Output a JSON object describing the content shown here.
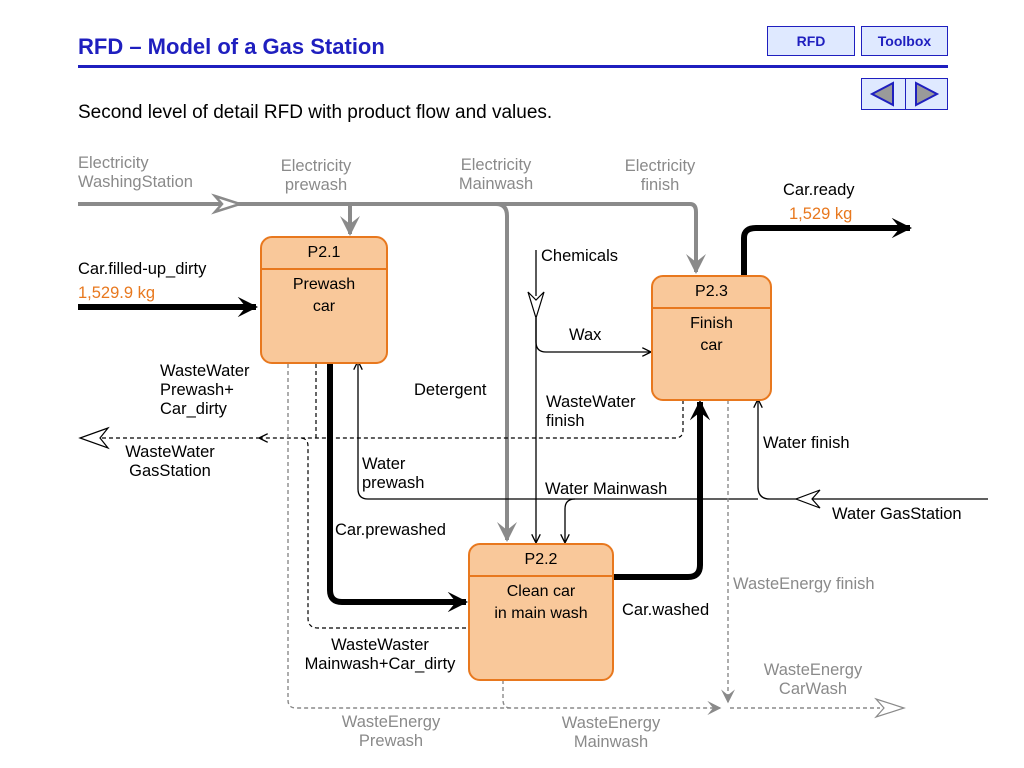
{
  "header": {
    "title": "RFD – Model of a Gas Station",
    "nav_rfd": "RFD",
    "nav_toolbox": "Toolbox",
    "subtitle": "Second level of detail RFD with product flow and values."
  },
  "processes": {
    "p21": {
      "id": "P2.1",
      "name_line1": "Prewash",
      "name_line2": "car"
    },
    "p22": {
      "id": "P2.2",
      "name_line1": "Clean car",
      "name_line2": "in main wash"
    },
    "p23": {
      "id": "P2.3",
      "name_line1": "Finish",
      "name_line2": "car"
    }
  },
  "labels": {
    "elec_station_1": "Electricity",
    "elec_station_2": "WashingStation",
    "elec_prewash_1": "Electricity",
    "elec_prewash_2": "prewash",
    "elec_main_1": "Electricity",
    "elec_main_2": "Mainwash",
    "elec_finish_1": "Electricity",
    "elec_finish_2": "finish",
    "car_ready": "Car.ready",
    "car_ready_value": "1,529 kg",
    "car_dirty": "Car.filled-up_dirty",
    "car_dirty_value": "1,529.9 kg",
    "chemicals": "Chemicals",
    "wax": "Wax",
    "detergent": "Detergent",
    "ww_prewash_1": "WasteWater",
    "ww_prewash_2": "Prewash+",
    "ww_prewash_3": "Car_dirty",
    "ww_station_1": "WasteWater",
    "ww_station_2": "GasStation",
    "ww_finish_1": "WasteWater",
    "ww_finish_2": "finish",
    "water_prewash_1": "Water",
    "water_prewash_2": "prewash",
    "water_mainwash": "Water Mainwash",
    "water_finish": "Water finish",
    "water_station": "Water GasStation",
    "car_prewashed": "Car.prewashed",
    "car_washed": "Car.washed",
    "ww_mainwash_1": "WasteWaster",
    "ww_mainwash_2": "Mainwash+Car_dirty",
    "we_finish": "WasteEnergy finish",
    "we_carwash_1": "WasteEnergy",
    "we_carwash_2": "CarWash",
    "we_prewash_1": "WasteEnergy",
    "we_prewash_2": "Prewash",
    "we_mainwash_1": "WasteEnergy",
    "we_mainwash_2": "Mainwash"
  },
  "colors": {
    "title_blue": "#1f1fbf",
    "process_fill": "#f9c89a",
    "process_border": "#e8781e",
    "value_orange": "#e8781e",
    "energy_gray": "#8a8a8a"
  },
  "icons": {
    "nav_prev": "triangle-left-icon",
    "nav_next": "triangle-right-icon"
  }
}
